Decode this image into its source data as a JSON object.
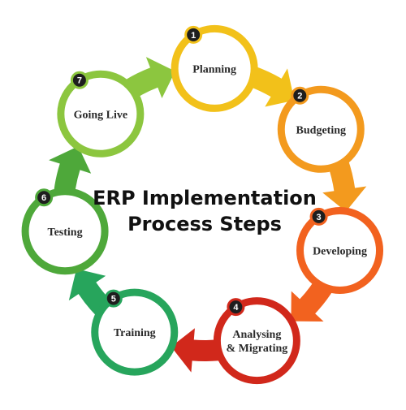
{
  "title": {
    "line1": "ERP Implementation",
    "line2": "Process Steps"
  },
  "steps": [
    {
      "number": "1",
      "label": [
        "Planning"
      ],
      "color": "#F2C11A"
    },
    {
      "number": "2",
      "label": [
        "Budgeting"
      ],
      "color": "#F39A1E"
    },
    {
      "number": "3",
      "label": [
        "Developing"
      ],
      "color": "#F2621F"
    },
    {
      "number": "4",
      "label": [
        "Analysing",
        "& Migrating"
      ],
      "color": "#D1281B"
    },
    {
      "number": "5",
      "label": [
        "Training"
      ],
      "color": "#27A55C"
    },
    {
      "number": "6",
      "label": [
        "Testing"
      ],
      "color": "#4EA83A"
    },
    {
      "number": "7",
      "label": [
        "Going Live"
      ],
      "color": "#8CC63F"
    }
  ],
  "colors": {
    "badge": "#1E1E1E",
    "circle_fill": "#FFFFFF",
    "title": "#111111"
  }
}
